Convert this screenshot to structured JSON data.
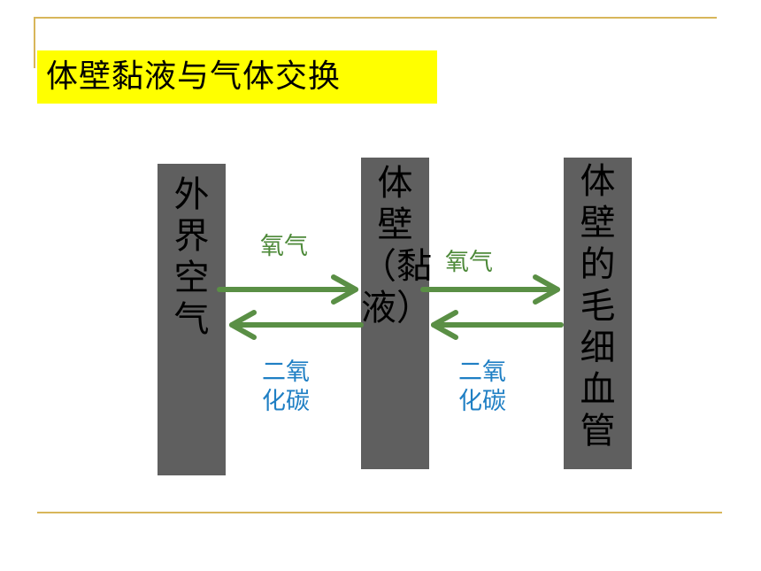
{
  "slide": {
    "title": "体壁黏液与气体交换"
  },
  "diagram": {
    "columns": [
      {
        "id": "outside",
        "label": "外界空气"
      },
      {
        "id": "mucus",
        "label": "体壁（黏液）"
      },
      {
        "id": "capillary",
        "label": "体壁的毛细血管"
      }
    ],
    "flows": [
      {
        "from": "outside",
        "to": "mucus",
        "label": "氧气"
      },
      {
        "from": "mucus",
        "to": "outside",
        "label_line1": "二氧",
        "label_line2": "化碳"
      },
      {
        "from": "mucus",
        "to": "capillary",
        "label": "氧气"
      },
      {
        "from": "capillary",
        "to": "mucus",
        "label_line1": "二氧",
        "label_line2": "化碳"
      }
    ]
  },
  "colors": {
    "title_highlight": "#ffff00",
    "pillar": "#5f5f5f",
    "arrow": "#5a8f45",
    "oxygen_text": "#4e8a3a",
    "co2_text": "#1f7fc4",
    "rule": "#d8b65a"
  }
}
